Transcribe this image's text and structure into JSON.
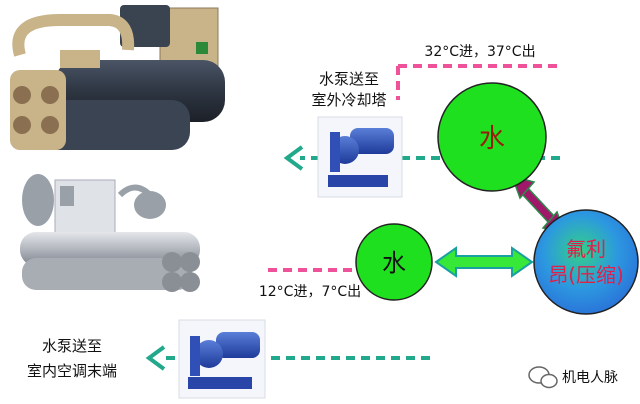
{
  "labels": {
    "pump_top_line1": "水泵送至",
    "pump_top_line2": "室外冷却塔",
    "temp_top": "32°C进，37°C出",
    "temp_bottom": "12°C进，7°C出",
    "pump_bottom_line1": "水泵送至",
    "pump_bottom_line2": "室内空调末端",
    "water_top": "水",
    "water_bottom": "水",
    "freon_line1": "氟利",
    "freon_line2": "昂(压缩)",
    "watermark": "机电人脉"
  },
  "colors": {
    "circle_green": "#1fe01f",
    "freon_blue": "#2b8ee8",
    "freon_text": "#e0204a",
    "water_text": "#9a1c0a",
    "dash_pink": "#f0529a",
    "dash_teal": "#22a88a",
    "arrow_magenta": "#a0186a",
    "arrow_green": "#38e838",
    "arrow_teal_outline": "#1aa0a0"
  },
  "icons": {
    "chiller_top": "chiller-machine-image",
    "chiller_bottom": "chiller-machine-image",
    "pump": "water-pump-image",
    "watermark": "wechat-icon"
  }
}
